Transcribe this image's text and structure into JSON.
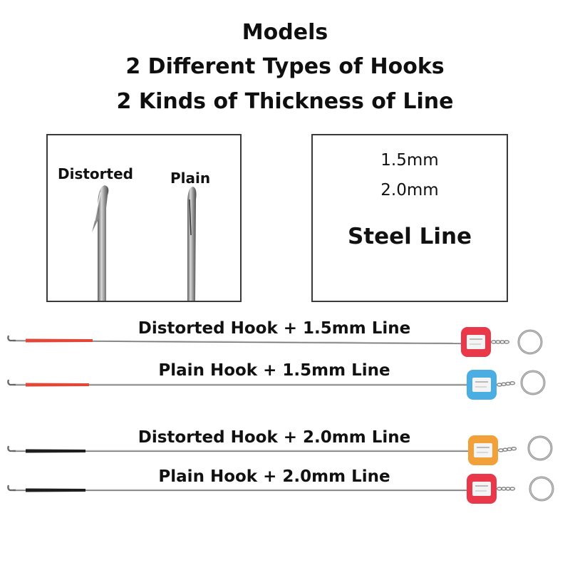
{
  "header": {
    "line1": "Models",
    "line2": "2 Different Types of Hooks",
    "line3": "2 Kinds of Thickness of Line"
  },
  "hooks_panel": {
    "distorted_label": "Distorted",
    "plain_label": "Plain"
  },
  "line_panel": {
    "thickness_1": "1.5mm",
    "thickness_2": "2.0mm",
    "material": "Steel Line"
  },
  "products": [
    {
      "label": "Distorted Hook + 1.5mm Line",
      "sleeve_color": "#e2483a",
      "tag_color": "#e8384a"
    },
    {
      "label": "Plain Hook + 1.5mm Line",
      "sleeve_color": "#e2483a",
      "tag_color": "#4aaee3"
    },
    {
      "label": "Distorted Hook + 2.0mm Line",
      "sleeve_color": "#1e1e1e",
      "tag_color": "#f2a03a"
    },
    {
      "label": "Plain Hook + 2.0mm Line",
      "sleeve_color": "#1e1e1e",
      "tag_color": "#e8384a"
    }
  ]
}
